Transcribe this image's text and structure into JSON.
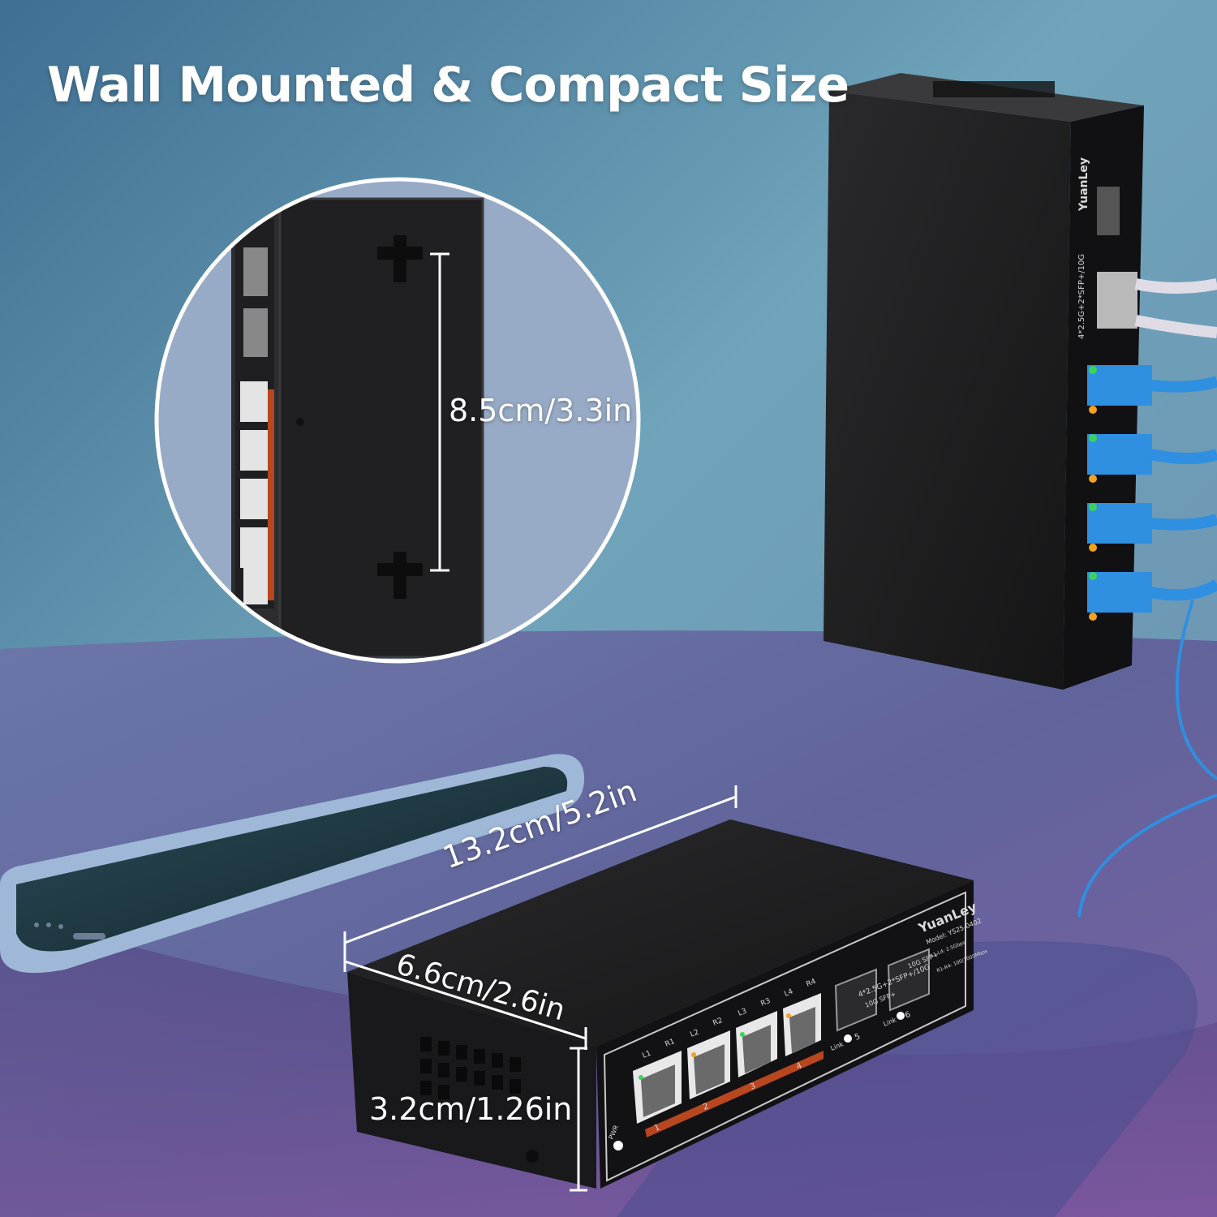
{
  "headline": "Wall Mounted & Compact Size",
  "dimensions": {
    "wall_height": "8.5cm/3.3in",
    "length": "13.2cm/5.2in",
    "width": "6.6cm/2.6in",
    "height": "3.2cm/1.26in"
  },
  "device": {
    "brand": "YuanLey",
    "model": "Model: YS25-0402",
    "spec": "4*2.5G+2*SFP+/10G",
    "sfp_label": "10G SFP+",
    "led_legend_1": "L1-L4: 2.5Gbps",
    "led_legend_2": "R1-R4: 100/1000Mbps",
    "ports": [
      "L1",
      "R1",
      "L2",
      "R2",
      "L3",
      "R3",
      "L4",
      "R4"
    ],
    "port_numbers": [
      "1",
      "2",
      "3",
      "4"
    ],
    "sfp_numbers": [
      "5",
      "6"
    ],
    "link_label": "Link",
    "power_label": "PWR"
  },
  "colors": {
    "background_top": "#4d7f9e",
    "background_bottom": "#7a5b9a",
    "device_body": "#1c1c1e",
    "cable": "#2f8fe0",
    "port_strip": "#b8461f",
    "led_green": "#3ad35a",
    "led_amber": "#f2a21c"
  }
}
